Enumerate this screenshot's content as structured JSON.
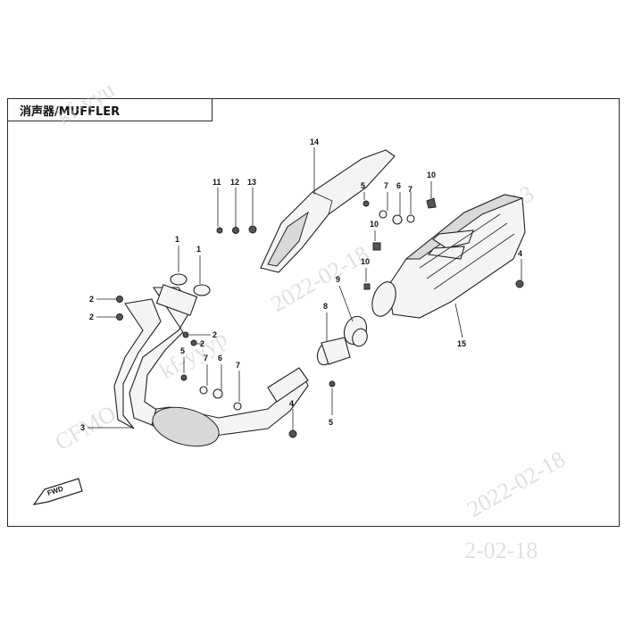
{
  "title": "消声器/MUFFLER",
  "watermarks": {
    "w1": "kf-yyu",
    "w2": "2022-02-18",
    "w3": "8:13",
    "w4": "kf-yyyp",
    "w5": "2022-02-18",
    "w6": "CFMO",
    "w7": "2-02-18"
  },
  "fwd_label": "FWD",
  "callouts": {
    "c1a": "1",
    "c1b": "1",
    "c2a": "2",
    "c2b": "2",
    "c2c": "2",
    "c2d": "2",
    "c3": "3",
    "c4a": "4",
    "c4b": "4",
    "c5a": "5",
    "c5b": "5",
    "c5c": "5",
    "c6a": "6",
    "c6b": "6",
    "c7a": "7",
    "c7b": "7",
    "c7c": "7",
    "c8": "8",
    "c9": "9",
    "c10a": "10",
    "c10b": "10",
    "c10c": "10",
    "c11": "11",
    "c12": "12",
    "c13": "13",
    "c14": "14",
    "c15": "15"
  },
  "colors": {
    "line": "#222222",
    "watermark": "#c8c8c8"
  }
}
